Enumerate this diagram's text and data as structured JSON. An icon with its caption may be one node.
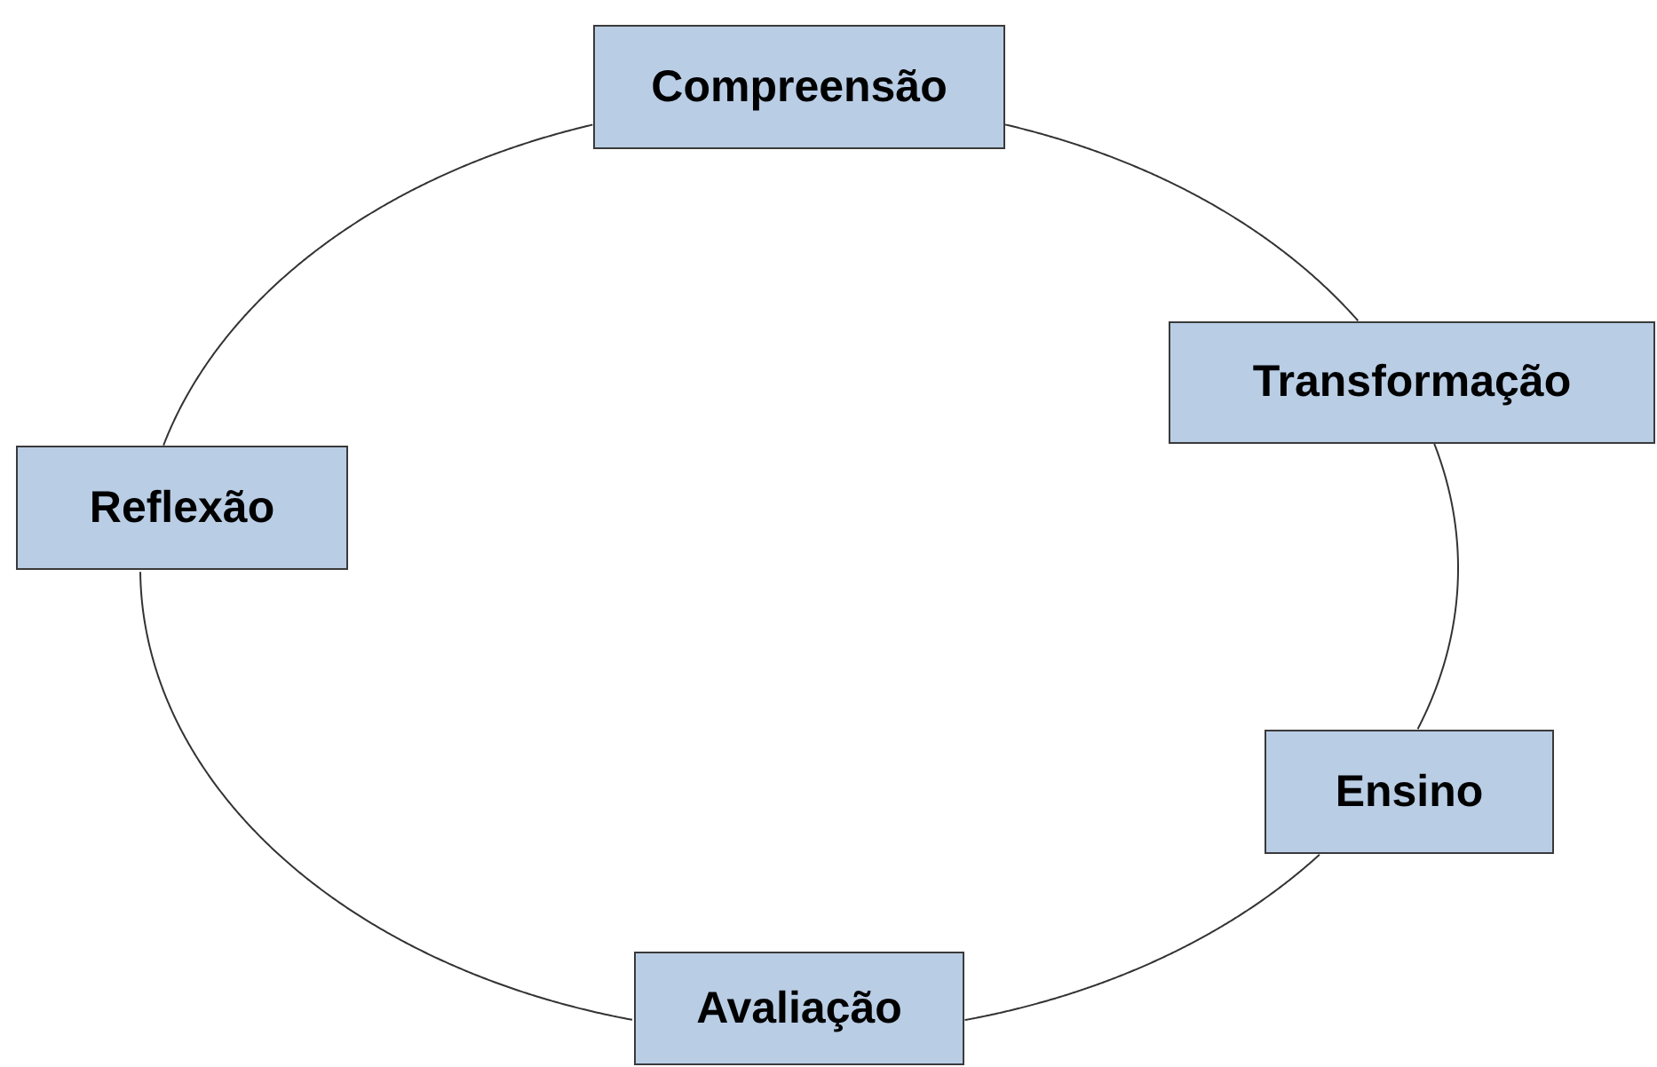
{
  "diagram": {
    "nodes": [
      {
        "text": [
          "Compreensão"
        ]
      },
      {
        "text": [
          "Transformação"
        ]
      },
      {
        "text": [
          "Ensino"
        ]
      },
      {
        "text": [
          "Avaliação"
        ]
      },
      {
        "text": [
          "Reflexão"
        ]
      }
    ],
    "edges": [
      {
        "from": 0,
        "to": 1,
        "arrow": "none"
      },
      {
        "from": 1,
        "to": 2,
        "arrow": "none"
      },
      {
        "from": 2,
        "to": 3,
        "arrow": "none"
      },
      {
        "from": 3,
        "to": 4,
        "arrow": "none"
      },
      {
        "from": 4,
        "to": 0,
        "arrow": "none"
      }
    ]
  }
}
